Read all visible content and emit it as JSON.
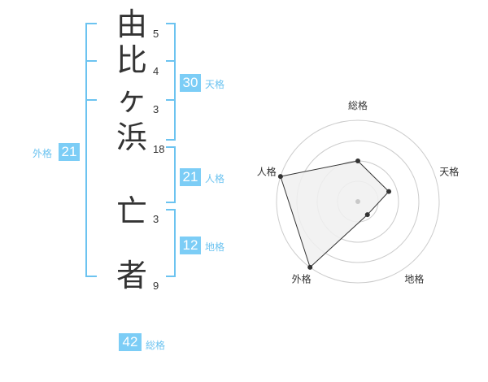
{
  "characters": [
    "由",
    "比",
    "ヶ",
    "浜",
    "亡",
    "者"
  ],
  "strokes": [
    "5",
    "4",
    "3",
    "18",
    "3",
    "9"
  ],
  "fortunes": {
    "tenkaku": {
      "value": "30",
      "label": "天格"
    },
    "jinkaku": {
      "value": "21",
      "label": "人格"
    },
    "chikaku": {
      "value": "12",
      "label": "地格"
    },
    "gaikaku": {
      "value": "21",
      "label": "外格"
    },
    "soukaku": {
      "value": "42",
      "label": "総格"
    }
  },
  "chart_data": {
    "type": "radar",
    "axes": [
      "総格",
      "天格",
      "地格",
      "外格",
      "人格"
    ],
    "values": [
      0.5,
      0.4,
      0.2,
      1.0,
      1.0
    ],
    "rings": 4,
    "colors": {
      "fill": "#f0f0f0",
      "stroke": "#333333",
      "grid": "#cccccc",
      "center": "#c8c8c8"
    }
  },
  "colors": {
    "accent": "#7ccdf6",
    "bracket": "#6cc3f0",
    "text": "#333333"
  }
}
